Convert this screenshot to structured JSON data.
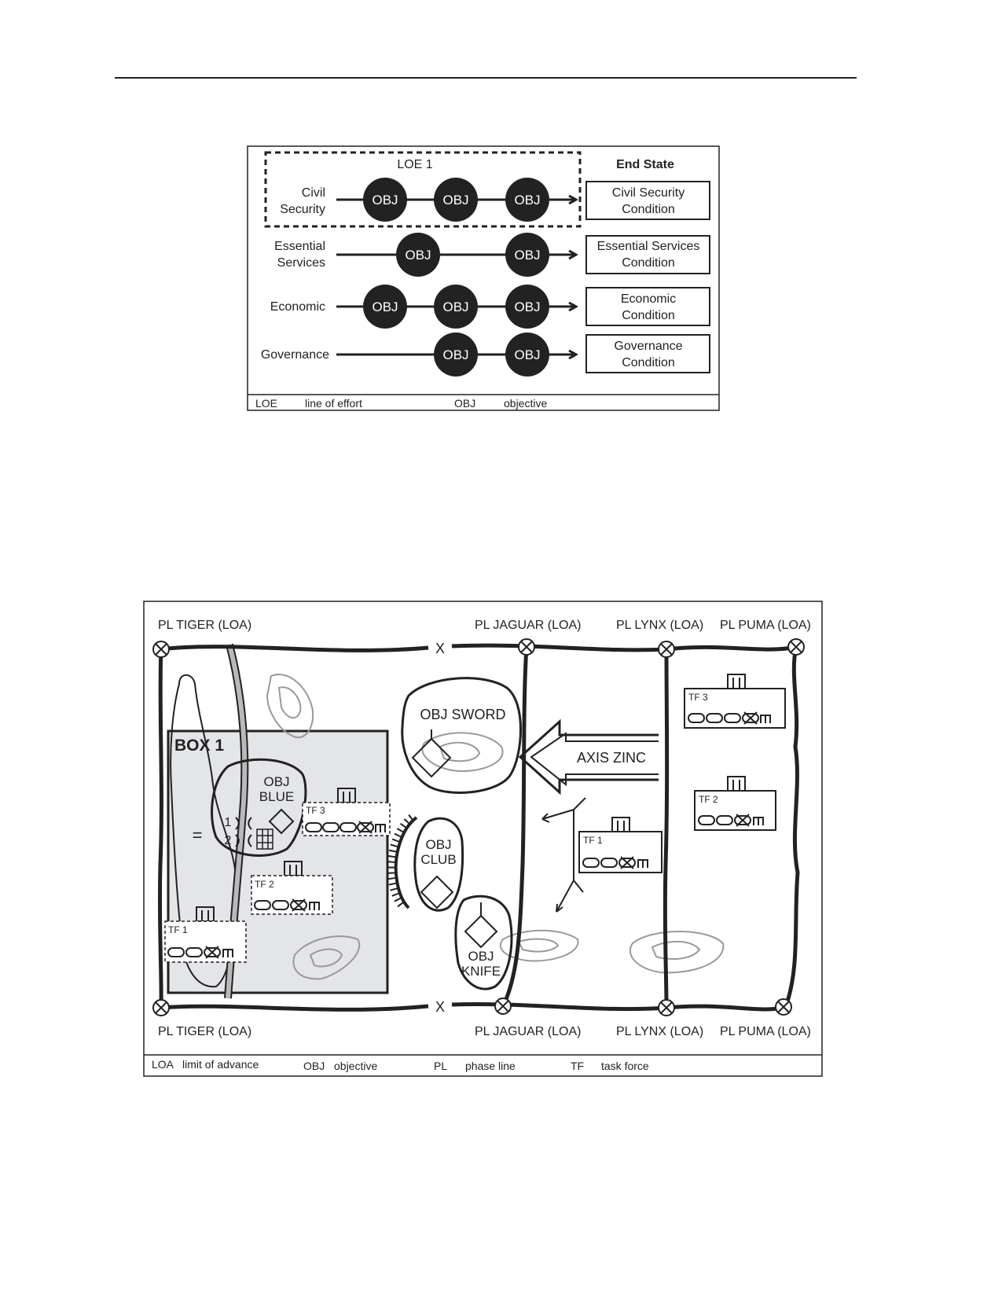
{
  "loe_figure": {
    "group_label": "LOE 1",
    "end_state_header": "End State",
    "obj_label": "OBJ",
    "lines": [
      {
        "label_lines": [
          "Civil",
          "Security"
        ],
        "objectives": 3,
        "condition_lines": [
          "Civil Security",
          "Condition"
        ]
      },
      {
        "label_lines": [
          "Essential",
          "Services"
        ],
        "objectives": 2,
        "condition_lines": [
          "Essential Services",
          "Condition"
        ]
      },
      {
        "label_lines": [
          "Economic"
        ],
        "objectives": 3,
        "condition_lines": [
          "Economic",
          "Condition"
        ]
      },
      {
        "label_lines": [
          "Governance"
        ],
        "objectives": 2,
        "condition_lines": [
          "Governance",
          "Condition"
        ]
      }
    ],
    "legend": [
      {
        "abbr": "LOE",
        "text": "line of effort"
      },
      {
        "abbr": "OBJ",
        "text": "objective"
      }
    ]
  },
  "map_figure": {
    "phase_lines": {
      "tiger": "PL TIGER (LOA)",
      "jaguar": "PL JAGUAR (LOA)",
      "lynx": "PL LYNX (LOA)",
      "puma": "PL PUMA (LOA)"
    },
    "boundary_mark": "X",
    "box_label": "BOX 1",
    "objectives": {
      "sword": "OBJ SWORD",
      "blue": [
        "OBJ",
        "BLUE"
      ],
      "club": [
        "OBJ",
        "CLUB"
      ],
      "knife": [
        "OBJ",
        "KNIFE"
      ]
    },
    "axis_label": "AXIS ZINC",
    "task_forces": {
      "tf1": "TF 1",
      "tf2": "TF 2",
      "tf3": "TF 3"
    },
    "crossing_numbers": [
      "1",
      "2"
    ],
    "legend": [
      {
        "abbr": "LOA",
        "text": "limit of advance"
      },
      {
        "abbr": "OBJ",
        "text": "objective"
      },
      {
        "abbr": "PL",
        "text": "phase line"
      },
      {
        "abbr": "TF",
        "text": "task force"
      }
    ]
  }
}
